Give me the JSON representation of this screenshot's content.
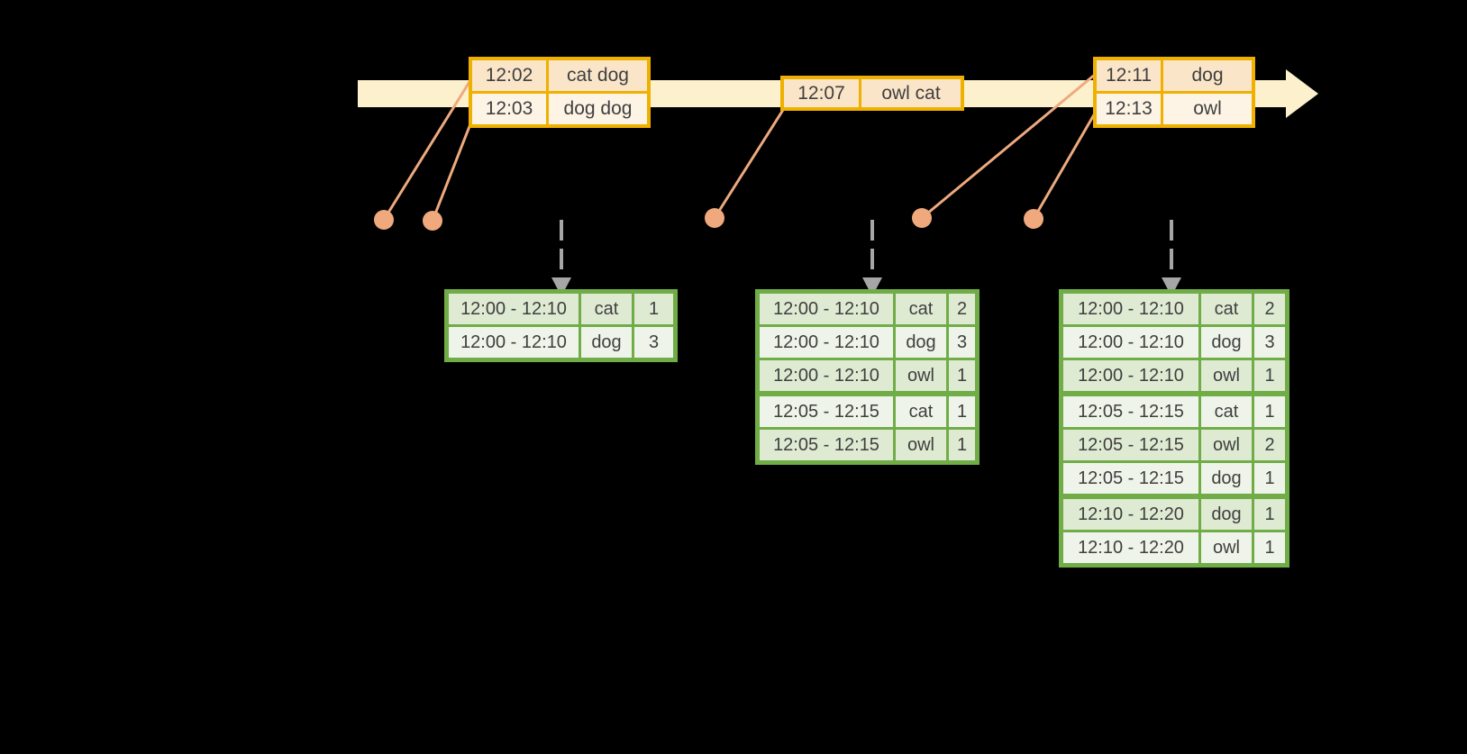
{
  "colors": {
    "background": "#000000",
    "timeline_fill": "#fcf0cd",
    "event_table_border": "#f0b000",
    "event_row_fill_dark": "#fbe5c8",
    "event_row_fill_light": "#fdf4e6",
    "connector_salmon": "#eeaa7e",
    "result_table_border": "#70ad47",
    "result_row_fill_dark": "#dfead3",
    "result_row_fill_light": "#eef4e9",
    "dashed_arrow_gray": "#a6a6a6",
    "text": "#3f3f3f"
  },
  "events": [
    {
      "rows": [
        {
          "time": "12:02",
          "words": "cat dog"
        },
        {
          "time": "12:03",
          "words": "dog dog"
        }
      ]
    },
    {
      "rows": [
        {
          "time": "12:07",
          "words": "owl cat"
        }
      ]
    },
    {
      "rows": [
        {
          "time": "12:11",
          "words": "dog"
        },
        {
          "time": "12:13",
          "words": "owl"
        }
      ]
    }
  ],
  "results": [
    {
      "rows": [
        {
          "window": "12:00 - 12:10",
          "word": "cat",
          "count": "1"
        },
        {
          "window": "12:00 - 12:10",
          "word": "dog",
          "count": "3"
        }
      ]
    },
    {
      "rows": [
        {
          "window": "12:00 - 12:10",
          "word": "cat",
          "count": "2"
        },
        {
          "window": "12:00 - 12:10",
          "word": "dog",
          "count": "3"
        },
        {
          "window": "12:00 - 12:10",
          "word": "owl",
          "count": "1"
        },
        {
          "window": "12:05 - 12:15",
          "word": "cat",
          "count": "1"
        },
        {
          "window": "12:05 - 12:15",
          "word": "owl",
          "count": "1"
        }
      ]
    },
    {
      "rows": [
        {
          "window": "12:00 - 12:10",
          "word": "cat",
          "count": "2"
        },
        {
          "window": "12:00 - 12:10",
          "word": "dog",
          "count": "3"
        },
        {
          "window": "12:00 - 12:10",
          "word": "owl",
          "count": "1"
        },
        {
          "window": "12:05 - 12:15",
          "word": "cat",
          "count": "1"
        },
        {
          "window": "12:05 - 12:15",
          "word": "owl",
          "count": "2"
        },
        {
          "window": "12:05 - 12:15",
          "word": "dog",
          "count": "1"
        },
        {
          "window": "12:10 - 12:20",
          "word": "dog",
          "count": "1"
        },
        {
          "window": "12:10 - 12:20",
          "word": "owl",
          "count": "1"
        }
      ]
    }
  ]
}
